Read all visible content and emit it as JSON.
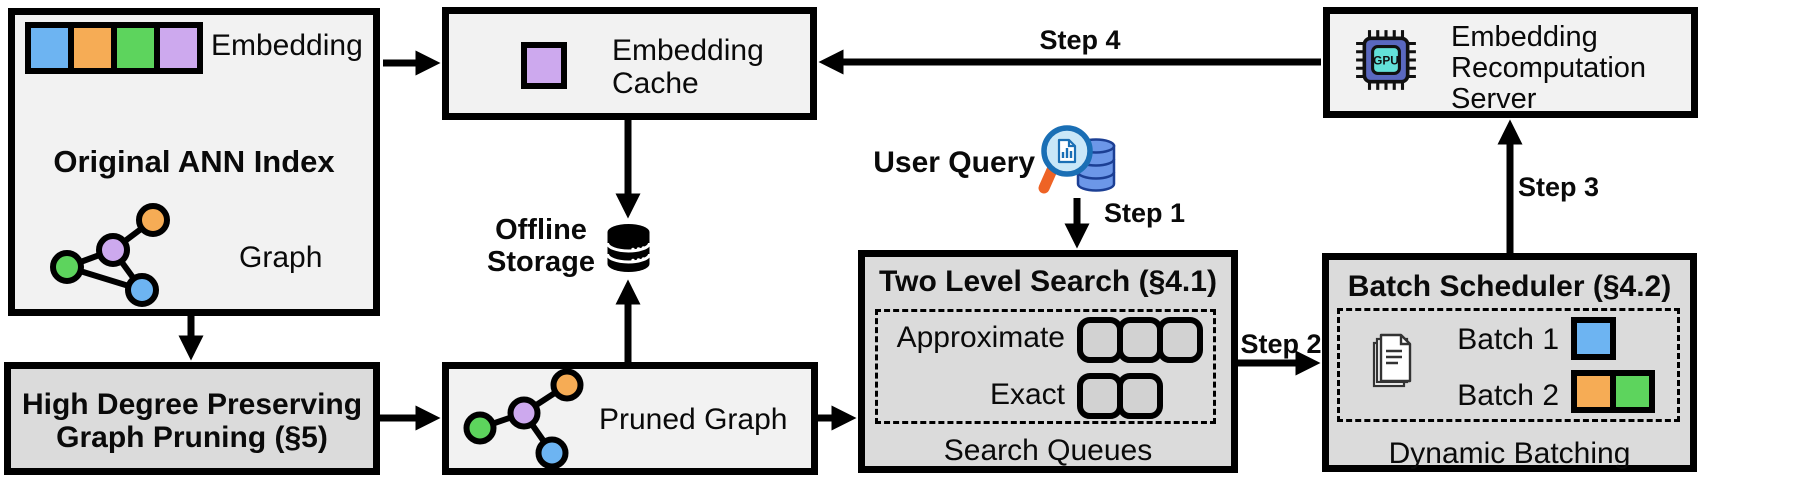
{
  "colors": {
    "blue": "#6DB4F2",
    "orange": "#F6AC55",
    "green": "#5DD45D",
    "purple": "#CDA9EE",
    "box_light": "#F2F2F2",
    "box_gray": "#DBDBDB",
    "queue_fill": "#D2D2D2",
    "chip": "#5A68BF",
    "chip_inner": "#63E1D8",
    "query_db": "#6C97E8",
    "query_db_stroke": "#1C3F94",
    "lens": "#C9E7F8",
    "lens_rim": "#1A6FB5",
    "handle": "#EE6325"
  },
  "ann_index": {
    "embedding_label": "Embedding",
    "embedding_colors": [
      "blue",
      "orange",
      "green",
      "purple"
    ],
    "title": "Original ANN Index",
    "graph_label": "Graph"
  },
  "embedding_cache": {
    "line1": "Embedding",
    "line2": "Cache"
  },
  "offline_storage": {
    "line1": "Offline",
    "line2": "Storage"
  },
  "recomputation_server": {
    "line1": "Embedding",
    "line2": "Recomputation",
    "line3": "Server",
    "gpu_icon_label": "GPU"
  },
  "user_query": {
    "label": "User Query"
  },
  "two_level_search": {
    "title": "Two Level Search (§4.1)",
    "approximate_label": "Approximate",
    "approximate_queue_count": 3,
    "exact_label": "Exact",
    "exact_queue_count": 2,
    "caption": "Search Queues"
  },
  "batch_scheduler": {
    "title": "Batch Scheduler (§4.2)",
    "batch1_label": "Batch 1",
    "batch1_colors": [
      "blue"
    ],
    "batch2_label": "Batch 2",
    "batch2_colors": [
      "orange",
      "green"
    ],
    "caption": "Dynamic Batching"
  },
  "graph_pruning": {
    "line1": "High Degree Preserving",
    "line2": "Graph Pruning (§5)"
  },
  "pruned_graph": {
    "label": "Pruned Graph"
  },
  "steps": {
    "step1": "Step 1",
    "step2": "Step 2",
    "step3": "Step 3",
    "step4": "Step 4"
  }
}
